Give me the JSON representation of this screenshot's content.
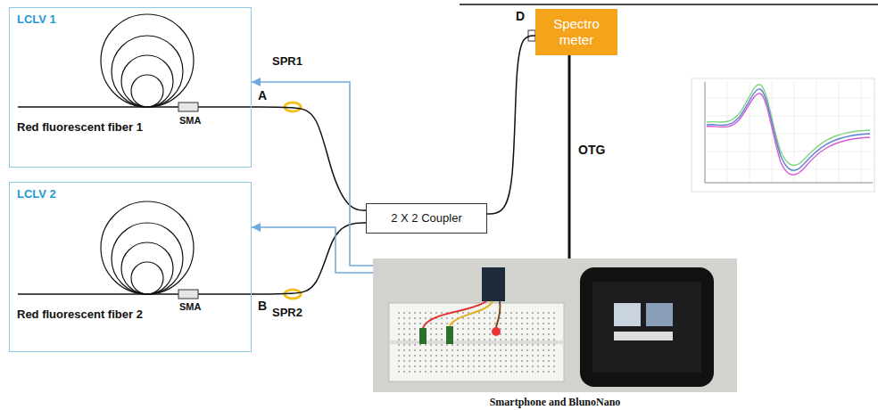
{
  "diagram": {
    "nodes": [
      {
        "text": [
          "LCLV 1",
          "Red fluorescent fiber 1",
          "SMA"
        ]
      },
      {
        "text": [
          "LCLV 2",
          "Red fluorescent fiber 2",
          "SMA"
        ]
      },
      {
        "text": [
          "2 X 2 Coupler"
        ]
      },
      {
        "text": [
          "Spectro meter"
        ]
      },
      {
        "text": [
          "Smartphone and BlunoNano"
        ]
      }
    ],
    "edges": [
      {
        "from": 0,
        "to": 2,
        "label": "A",
        "arrow": "none"
      },
      {
        "from": 1,
        "to": 2,
        "label": "B",
        "arrow": "none"
      },
      {
        "from": 2,
        "to": 3,
        "label": "D",
        "arrow": "none"
      },
      {
        "from": 3,
        "to": 4,
        "label": "OTG",
        "arrow": "none"
      },
      {
        "from": 4,
        "to": 0,
        "arrow": "to"
      },
      {
        "from": 4,
        "to": 1,
        "arrow": "to"
      }
    ],
    "labels": [
      "SPR1",
      "SPR2"
    ]
  }
}
